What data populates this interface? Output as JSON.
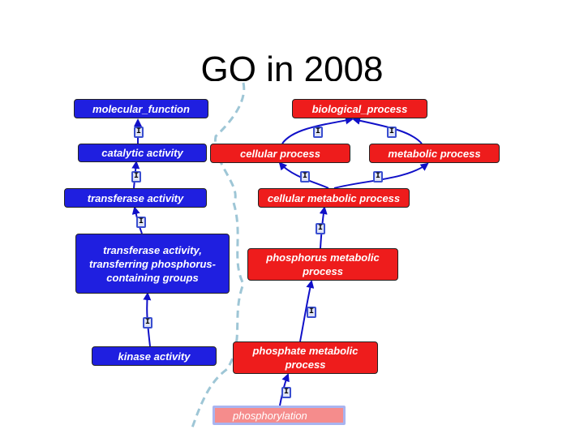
{
  "title": "GO in 2008",
  "colors": {
    "function_node": "#1f1fe0",
    "process_node": "#ee1c1c",
    "highlight_node": "#f58c8c",
    "edge": "#1010c8",
    "divider": "#9ec6d6"
  },
  "relation_label": "I",
  "nodes": {
    "molecular_function": "molecular_function",
    "catalytic_activity": "catalytic activity",
    "transferase_activity": "transferase activity",
    "transferase_phosphorus": "transferase activity, transferring phosphorus-containing groups",
    "kinase_activity": "kinase activity",
    "biological_process": "biological_process",
    "cellular_process": "cellular process",
    "metabolic_process": "metabolic process",
    "cellular_metabolic_process": "cellular metabolic process",
    "phosphorus_metabolic_process": "phosphorus metabolic process",
    "phosphate_metabolic_process": "phosphate metabolic process",
    "phosphorylation": "phosphorylation"
  }
}
